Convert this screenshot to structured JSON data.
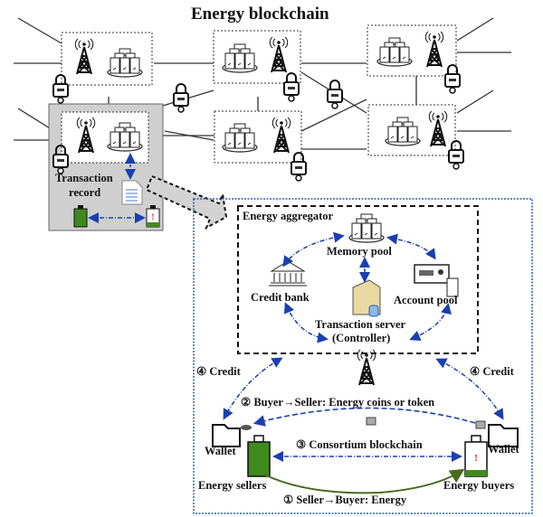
{
  "title": "Energy blockchain",
  "left_panel": {
    "label_line1": "Transaction",
    "label_line2": "record"
  },
  "aggregator": {
    "label": "Energy aggregator",
    "memory_pool": "Memory pool",
    "credit_bank": "Credit bank",
    "account_pool": "Account pool",
    "server_line1": "Transaction server",
    "server_line2": "(Controller)"
  },
  "market": {
    "credit_left": "④ Credit",
    "credit_right": "④ Credit",
    "step2": "② Buyer→Seller: Energy coins or token",
    "step3": "③ Consortium blockchain",
    "step1": "① Seller→Buyer: Energy",
    "wallet_left": "Wallet",
    "wallet_right": "Wallet",
    "sellers": "Energy sellers",
    "buyers": "Energy buyers"
  },
  "colors": {
    "arrow_blue": "#1a3fb0",
    "battery_green": "#3f8a1c",
    "energy_curve": "#4a6a1e",
    "panel_gray": "#cfcfcf",
    "market_border": "#2a5db0"
  }
}
